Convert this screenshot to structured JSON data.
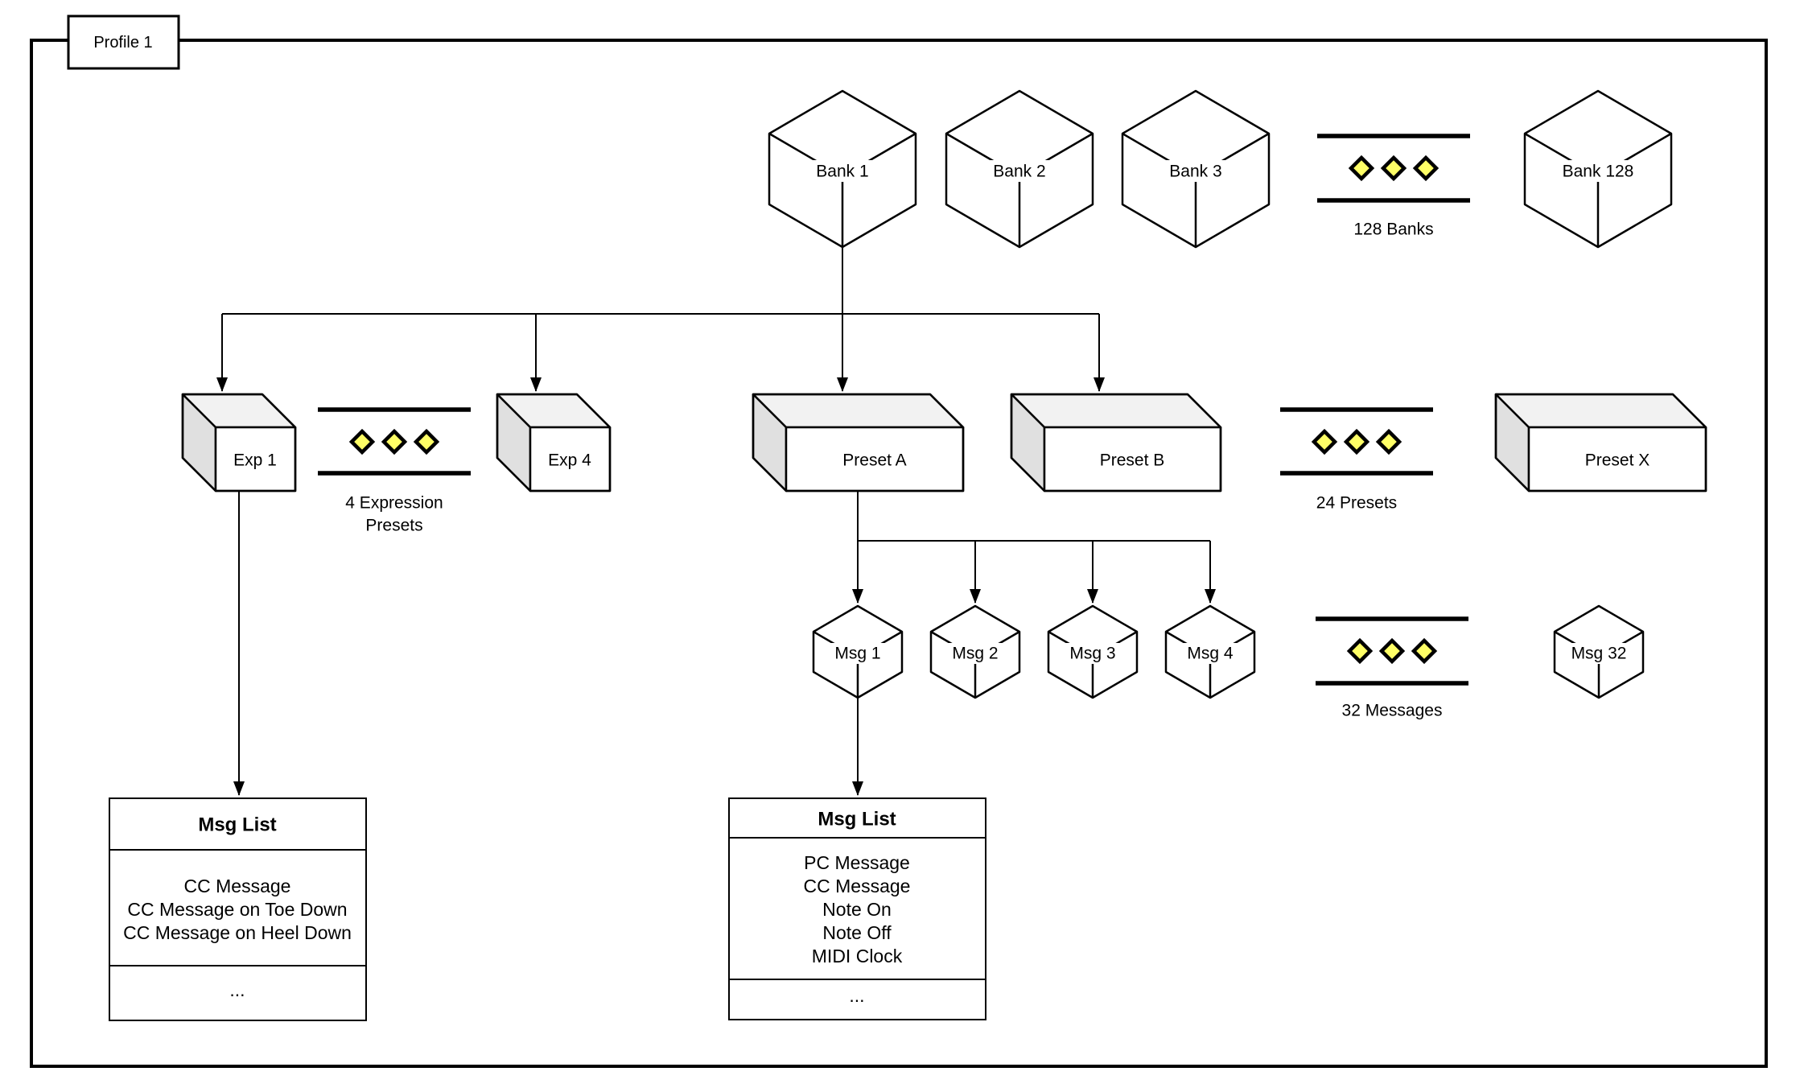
{
  "diagram": {
    "profile_label": "Profile 1",
    "banks": {
      "items": [
        "Bank 1",
        "Bank 2",
        "Bank 3"
      ],
      "last": "Bank 128",
      "ellipsis_label": "128 Banks"
    },
    "expression": {
      "first": "Exp 1",
      "last": "Exp 4",
      "ellipsis_line1": "4 Expression",
      "ellipsis_line2": "Presets"
    },
    "presets": {
      "a": "Preset A",
      "b": "Preset B",
      "last": "Preset X",
      "ellipsis_label": "24 Presets"
    },
    "messages": {
      "items": [
        "Msg 1",
        "Msg 2",
        "Msg 3",
        "Msg 4"
      ],
      "last": "Msg 32",
      "ellipsis_label": "32 Messages"
    },
    "msg_list_left": {
      "title": "Msg List",
      "items": [
        "CC Message",
        "CC Message on Toe Down",
        "CC Message on Heel Down"
      ],
      "more": "..."
    },
    "msg_list_right": {
      "title": "Msg List",
      "items": [
        "PC Message",
        "CC Message",
        "Note On",
        "Note Off",
        "MIDI Clock"
      ],
      "more": "..."
    },
    "colors": {
      "diamond": "#FFFF66",
      "cube_top": "#F2F2F2",
      "cube_side": "#E0E0E0",
      "stroke": "#000000"
    }
  }
}
